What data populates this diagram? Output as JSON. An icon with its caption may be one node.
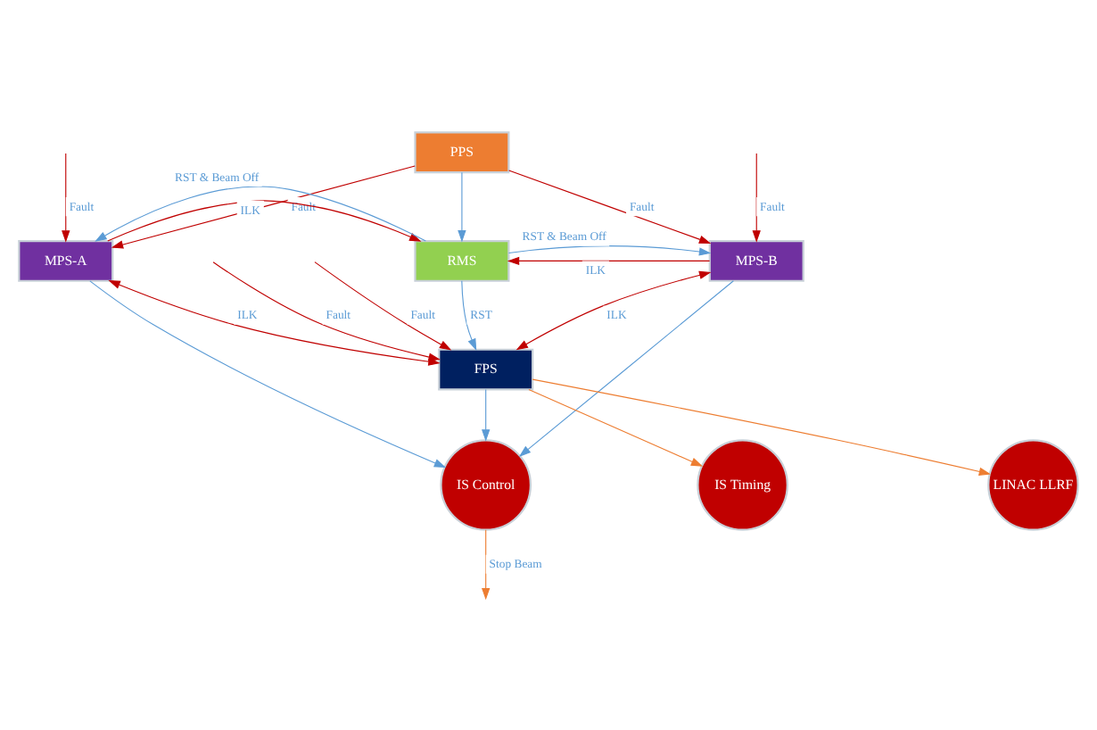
{
  "diagram": {
    "nodes": [
      {
        "text": [
          "PPS"
        ]
      },
      {
        "text": [
          "MPS-A"
        ]
      },
      {
        "text": [
          "RMS"
        ]
      },
      {
        "text": [
          "MPS-B"
        ]
      },
      {
        "text": [
          "FPS"
        ]
      },
      {
        "text": [
          "IS Timing"
        ]
      },
      {
        "text": [
          "LINAC LLRF"
        ]
      },
      {
        "text": [
          "IS Control"
        ]
      }
    ],
    "edges": [
      {
        "from": null,
        "to": 1,
        "arrow": "to",
        "label": "Fault"
      },
      {
        "from": 0,
        "to": 1,
        "arrow": "to",
        "label": "Fault"
      },
      {
        "from": 0,
        "to": 2,
        "arrow": "to",
        "color": "#5b9bd5"
      },
      {
        "from": 0,
        "to": 3,
        "arrow": "to",
        "label": "Fault"
      },
      {
        "from": null,
        "to": 3,
        "arrow": "to",
        "label": "Fault"
      },
      {
        "from": 1,
        "to": 2,
        "arrow": "to",
        "label": "ILK"
      },
      {
        "from": 3,
        "to": 2,
        "arrow": "to",
        "label": "ILK"
      },
      {
        "from": 2,
        "to": 1,
        "arrow": "to",
        "label": "RST & Beam Off",
        "color": "#5b9bd5"
      },
      {
        "from": 2,
        "to": 3,
        "arrow": "to",
        "label": "RST & Beam Off",
        "color": "#5b9bd5"
      },
      {
        "from": 2,
        "to": 4,
        "arrow": "to",
        "label": "RST",
        "color": "#5b9bd5"
      },
      {
        "from": null,
        "to": 4,
        "arrow": "to",
        "label": "Fault"
      },
      {
        "from": 1,
        "to": 4,
        "arrow": "both",
        "label": "ILK"
      },
      {
        "from": null,
        "to": 4,
        "arrow": "to",
        "label": "Fault"
      },
      {
        "from": 3,
        "to": 4,
        "arrow": "both",
        "label": "ILK"
      },
      {
        "from": 4,
        "to": 5,
        "arrow": "to",
        "color": "#ed7d31"
      },
      {
        "from": 4,
        "to": 6,
        "arrow": "to",
        "color": "#ed7d31"
      },
      {
        "from": 4,
        "to": 7,
        "arrow": "to",
        "color": "#5b9bd5"
      },
      {
        "from": 1,
        "to": 7,
        "arrow": "to",
        "color": "#5b9bd5"
      },
      {
        "from": 3,
        "to": 7,
        "arrow": "to",
        "color": "#5b9bd5"
      },
      {
        "from": 7,
        "to": null,
        "arrow": "to",
        "label": "Stop Beam",
        "color": "#ed7d31"
      }
    ]
  }
}
